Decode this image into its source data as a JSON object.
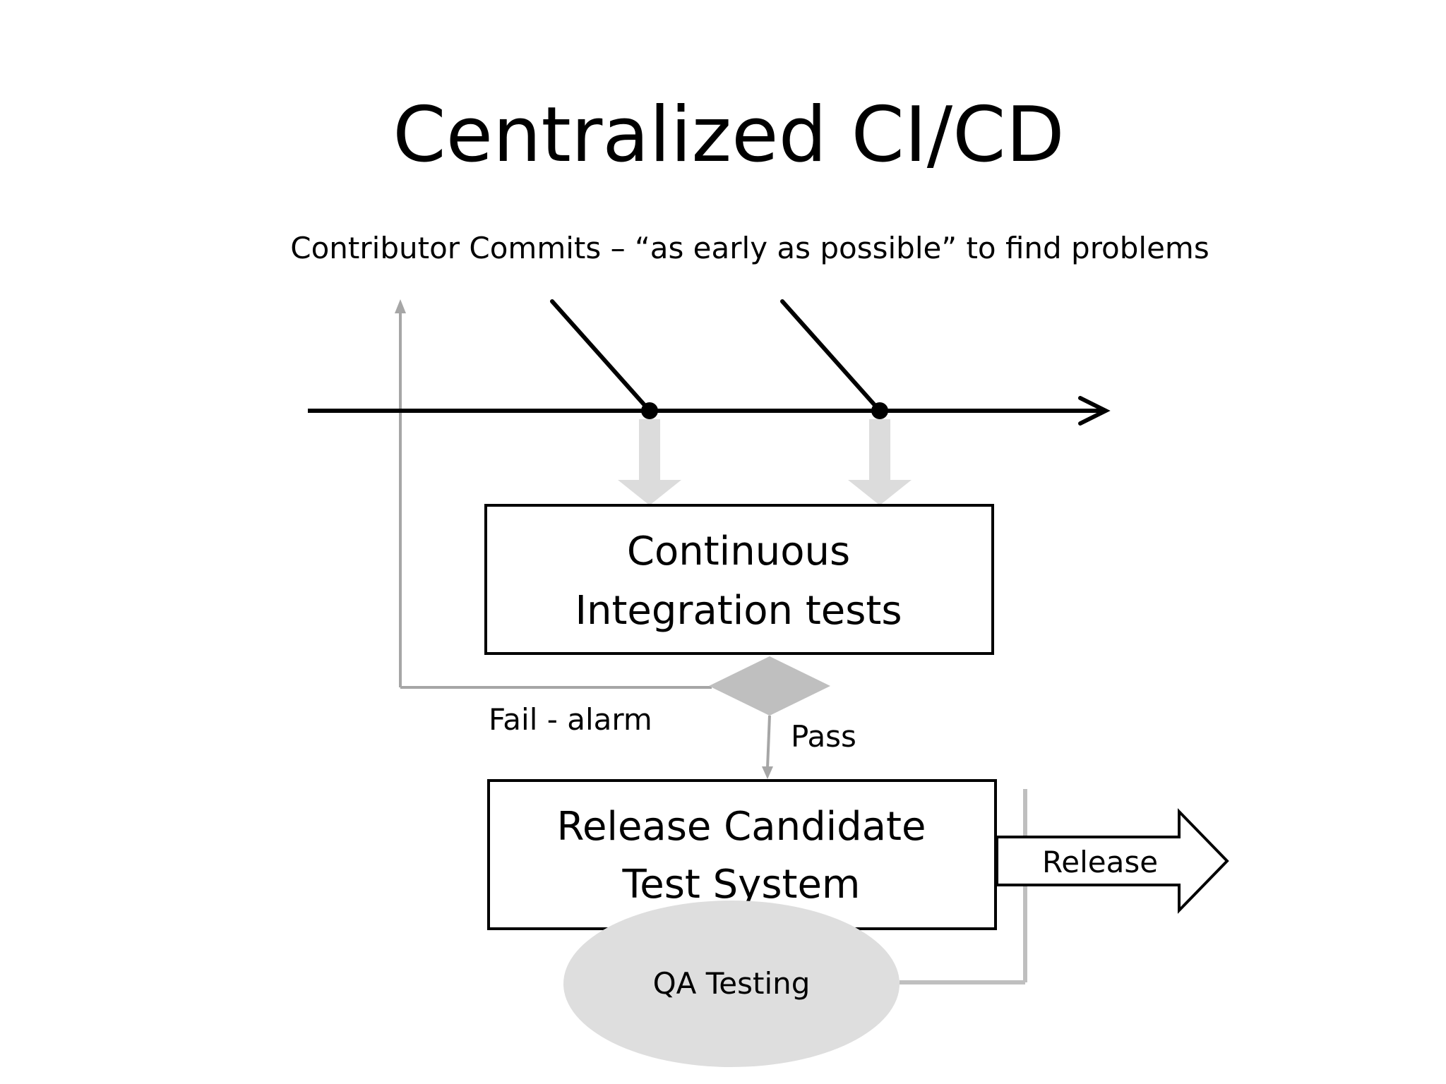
{
  "slide": {
    "title": "Centralized CI/CD",
    "subtitle": "Contributor Commits – “as early as possible” to find problems"
  },
  "diagram": {
    "ci_box": {
      "line1": "Continuous",
      "line2": "Integration tests"
    },
    "fail_label": "Fail - alarm",
    "pass_label": "Pass",
    "rc_box": {
      "line1": "Release Candidate",
      "line2": "Test System"
    },
    "release_label": "Release",
    "qa_label": "QA Testing"
  },
  "colors": {
    "line": "#000000",
    "feedback_gray": "#a6a6a6",
    "light_arrow": "#dcdcdc",
    "decision": "#bfbfbf",
    "qa_fill": "#dedede"
  }
}
